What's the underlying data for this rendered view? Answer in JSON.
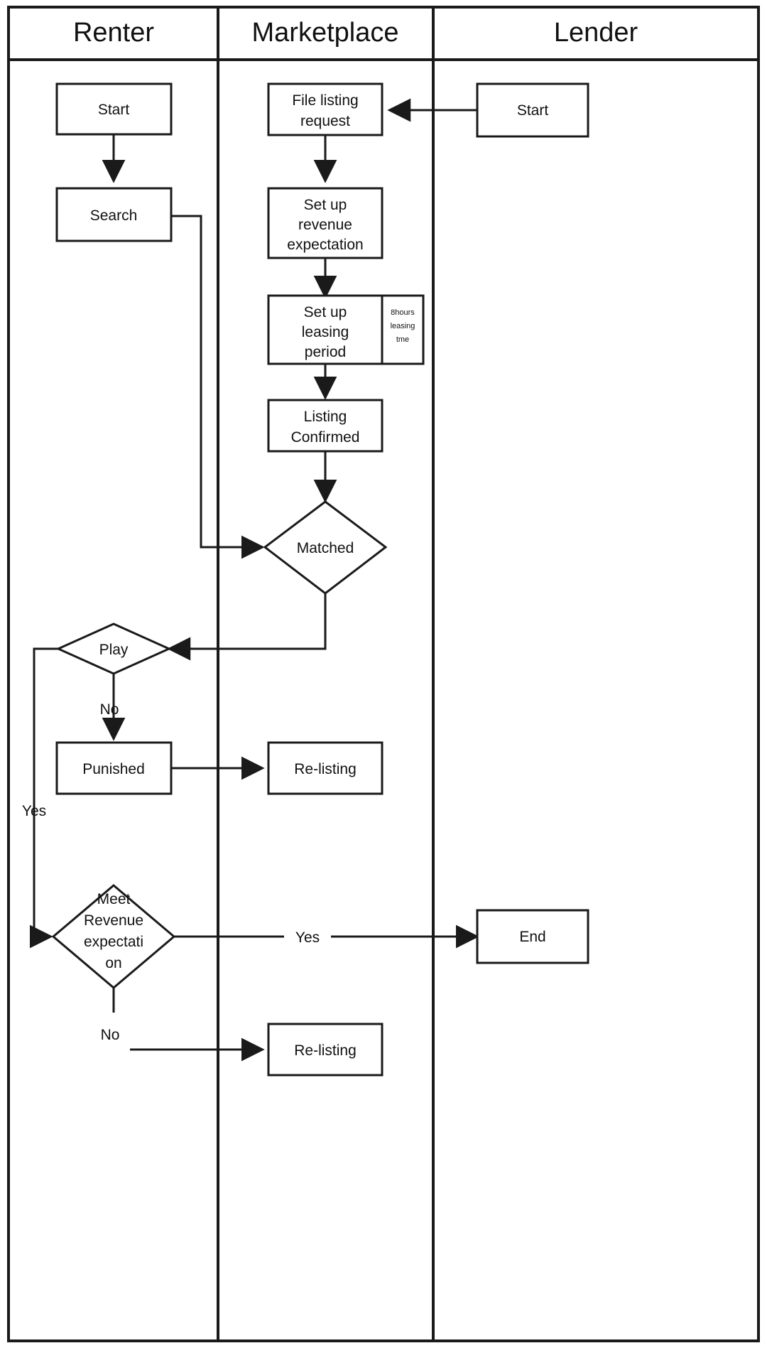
{
  "diagram": {
    "title": "Rental Marketplace Swimlane Flowchart",
    "type": "swimlane-flowchart",
    "background_color": "#ffffff",
    "line_color": "#1a1a1a"
  },
  "lanes": [
    {
      "id": "renter",
      "label": "Renter"
    },
    {
      "id": "marketplace",
      "label": "Marketplace"
    },
    {
      "id": "lender",
      "label": "Lender"
    }
  ],
  "nodes": {
    "renter_start": {
      "label": "Start",
      "lane": "renter",
      "shape": "rect"
    },
    "renter_search": {
      "label": "Search",
      "lane": "renter",
      "shape": "rect"
    },
    "lender_start": {
      "label": "Start",
      "lane": "lender",
      "shape": "rect"
    },
    "file_listing": {
      "line1": "File listing",
      "line2": "request",
      "lane": "marketplace",
      "shape": "rect"
    },
    "setup_revenue": {
      "line1": "Set up",
      "line2": "revenue",
      "line3": "expectation",
      "lane": "marketplace",
      "shape": "rect"
    },
    "setup_leasing": {
      "line1": "Set up",
      "line2": "leasing",
      "line3": "period",
      "lane": "marketplace",
      "shape": "rect"
    },
    "leasing_note": {
      "line1": "8hours",
      "line2": "leasing",
      "line3": "tme",
      "lane": "marketplace",
      "shape": "note"
    },
    "listing_confirmed": {
      "line1": "Listing",
      "line2": "Confirmed",
      "lane": "marketplace",
      "shape": "rect"
    },
    "matched": {
      "label": "Matched",
      "lane": "marketplace",
      "shape": "diamond"
    },
    "play": {
      "label": "Play",
      "lane": "renter",
      "shape": "diamond"
    },
    "punished": {
      "label": "Punished",
      "lane": "renter",
      "shape": "rect"
    },
    "relisting_top": {
      "label": "Re-listing",
      "lane": "marketplace",
      "shape": "rect"
    },
    "meet_revenue": {
      "line1": "Meet",
      "line2": "Revenue",
      "line3": "expectati",
      "line4": "on",
      "lane": "renter",
      "shape": "diamond"
    },
    "end": {
      "label": "End",
      "lane": "lender",
      "shape": "rect"
    },
    "relisting_bottom": {
      "label": "Re-listing",
      "lane": "marketplace",
      "shape": "rect"
    }
  },
  "edge_labels": {
    "play_no": "No",
    "play_yes": "Yes",
    "meet_yes": "Yes",
    "meet_no": "No"
  },
  "edges": [
    {
      "from": "lender_start",
      "to": "file_listing",
      "label": ""
    },
    {
      "from": "file_listing",
      "to": "setup_revenue",
      "label": ""
    },
    {
      "from": "setup_revenue",
      "to": "setup_leasing",
      "label": ""
    },
    {
      "from": "setup_leasing",
      "to": "listing_confirmed",
      "label": ""
    },
    {
      "from": "listing_confirmed",
      "to": "matched",
      "label": ""
    },
    {
      "from": "renter_start",
      "to": "renter_search",
      "label": ""
    },
    {
      "from": "renter_search",
      "to": "matched",
      "label": ""
    },
    {
      "from": "matched",
      "to": "play",
      "label": ""
    },
    {
      "from": "play",
      "to": "punished",
      "label": "No"
    },
    {
      "from": "play",
      "to": "meet_revenue",
      "label": "Yes"
    },
    {
      "from": "punished",
      "to": "relisting_top",
      "label": ""
    },
    {
      "from": "meet_revenue",
      "to": "end",
      "label": "Yes"
    },
    {
      "from": "meet_revenue",
      "to": "relisting_bottom",
      "label": "No"
    }
  ]
}
